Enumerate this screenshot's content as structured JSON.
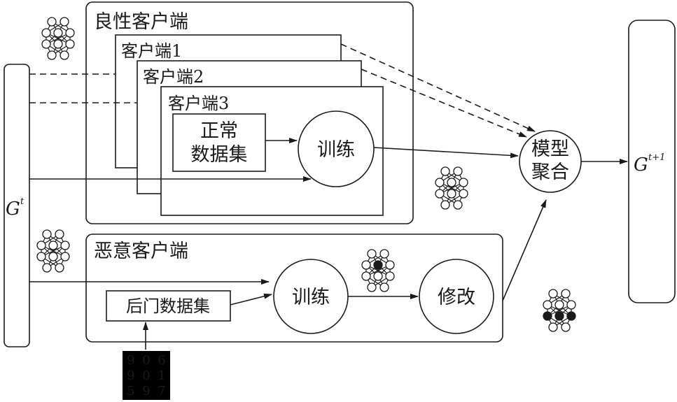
{
  "global_model_label": "G",
  "global_model_sup": "t",
  "new_model_label": "G",
  "new_model_sup": "t+1",
  "benign_group_title": "良性客户端",
  "clients": [
    "客户端1",
    "客户端2",
    "客户端3"
  ],
  "normal_dataset": [
    "正常",
    "数据集"
  ],
  "train_label": "训练",
  "aggregate_label": [
    "模型",
    "聚合"
  ],
  "malicious_group_title": "恶意客户端",
  "backdoor_dataset": "后门数据集",
  "modify_label": "修改",
  "digit_grid": [
    [
      "9",
      "0",
      "6"
    ],
    [
      "9",
      "0",
      "1"
    ],
    [
      "5",
      "9",
      "7"
    ]
  ],
  "node_fill": {
    "global_nn": "none",
    "benign_nn": "none",
    "malicious_trained_nn": "center-middle",
    "malicious_modified_nn": "middle-row"
  },
  "colors": {
    "ink": "#1a1a1a",
    "background": "#ffffff",
    "thumbnail_bg": "#000000"
  }
}
